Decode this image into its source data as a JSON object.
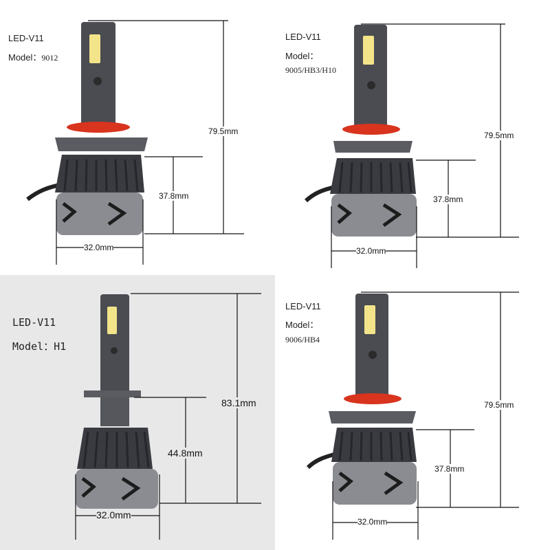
{
  "panels": [
    {
      "title": "LED-V11",
      "model_label": "Model：",
      "model_value": "9012",
      "height_total": "79.5mm",
      "height_base": "37.8mm",
      "width": "32.0mm"
    },
    {
      "title": "LED-V11",
      "model_label": "Model：",
      "model_value": "9005/HB3/H10",
      "height_total": "79.5mm",
      "height_base": "37.8mm",
      "width": "32.0mm"
    },
    {
      "title": "LED-V11",
      "model_label": "Model：H1",
      "model_value": "",
      "height_total": "83.1mm",
      "height_base": "44.8mm",
      "width": "32.0mm"
    },
    {
      "title": "LED-V11",
      "model_label": "Model：",
      "model_value": "9006/HB4",
      "height_total": "79.5mm",
      "height_base": "37.8mm",
      "width": "32.0mm"
    }
  ],
  "colors": {
    "bulb_body": "#4a4c52",
    "heat_sink": "#3a3b40",
    "o_ring": "#d8341e",
    "chip": "#f3e48a",
    "dim_line": "#111111"
  }
}
